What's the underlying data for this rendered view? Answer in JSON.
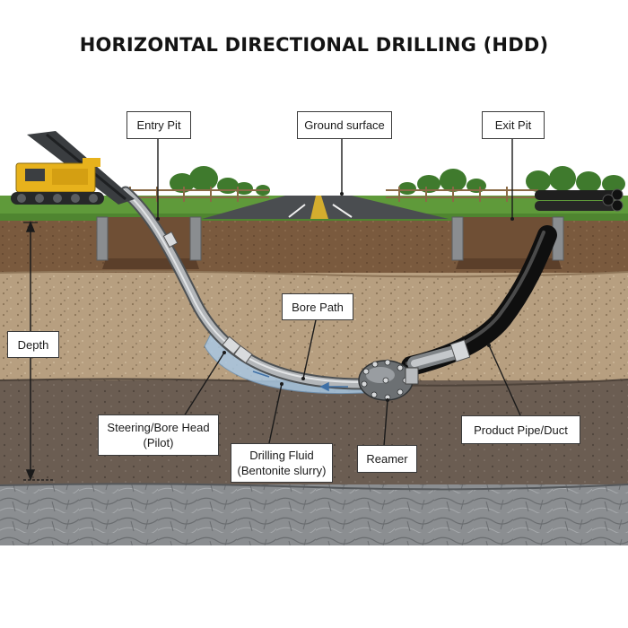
{
  "title": "HORIZONTAL DIRECTIONAL DRILLING (HDD)",
  "labels": {
    "entry_pit": "Entry Pit",
    "ground_surface": "Ground surface",
    "exit_pit": "Exit Pit",
    "bore_path": "Bore Path",
    "depth": "Depth",
    "steering_head_line1": "Steering/Bore Head",
    "steering_head_line2": "(Pilot)",
    "drilling_fluid_line1": "Drilling Fluid",
    "drilling_fluid_line2": "(Bentonite slurry)",
    "reamer": "Reamer",
    "product_pipe": "Product Pipe/Duct"
  },
  "colors": {
    "sky": "#ffffff",
    "grass": "#5f9a3a",
    "topsoil": "#7a5a3e",
    "middle_soil": "#b79f80",
    "deep_soil": "#6b5d52",
    "bedrock": "#8b8e91",
    "road": "#4a4d50",
    "drill_rig": "#e7b21c",
    "product_pipe": "#1c1c1c",
    "drilling_fluid": "#a9c8e3",
    "drill_pipe": "#b3b6b9"
  }
}
